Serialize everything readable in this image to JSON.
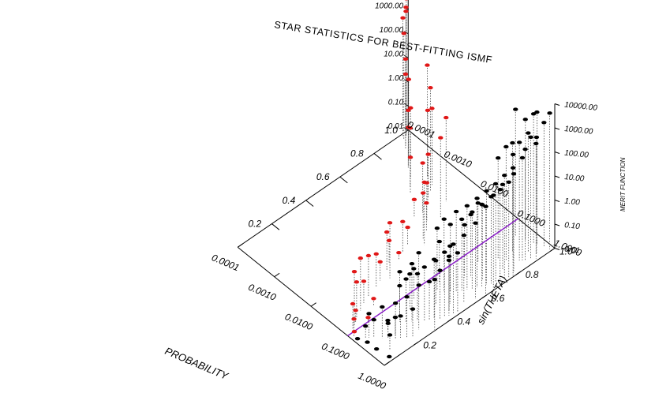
{
  "chart_data": {
    "type": "scatter",
    "title": "STAR STATISTICS FOR BEST-FITTING ISMF",
    "xlabel": "PROBABILITY",
    "ylabel": "sin(THETA)",
    "zlabel": "MERIT FUNCTION",
    "x_scale": "log",
    "x_ticks": [
      "0.0001",
      "0.0010",
      "0.0100",
      "0.1000",
      "1.0000"
    ],
    "y_ticks": [
      "0.2",
      "0.4",
      "0.6",
      "0.8",
      "1.0"
    ],
    "z_scale": "log",
    "z_ticks": [
      "0.01",
      "0.10",
      "1.00",
      "10.00",
      "100.00",
      "1000.00",
      "10000.00"
    ],
    "xlim": [
      0.0001,
      1.0
    ],
    "ylim": [
      0.0,
      1.0
    ],
    "zlim": [
      0.01,
      10000
    ],
    "threshold_line": {
      "x": 0.1,
      "color": "#8a1ec8"
    },
    "colors": {
      "selected": "#e01818",
      "other": "#000000",
      "drop_line": "#444444"
    },
    "series": [
      {
        "color": "#e01818",
        "points": [
          {
            "x": 0.00011,
            "y": 0.98,
            "z": 4000
          },
          {
            "x": 0.00012,
            "y": 0.97,
            "z": 1500
          },
          {
            "x": 0.00011,
            "y": 0.96,
            "z": 800
          },
          {
            "x": 0.00013,
            "y": 0.95,
            "z": 250
          },
          {
            "x": 0.00012,
            "y": 0.97,
            "z": 2200
          },
          {
            "x": 0.00018,
            "y": 0.93,
            "z": 40
          },
          {
            "x": 0.0002,
            "y": 0.92,
            "z": 12
          },
          {
            "x": 0.0003,
            "y": 0.9,
            "z": 15
          },
          {
            "x": 0.00045,
            "y": 0.86,
            "z": 2
          },
          {
            "x": 0.0005,
            "y": 0.85,
            "z": 0.5
          },
          {
            "x": 0.0008,
            "y": 0.82,
            "z": 8
          },
          {
            "x": 0.0012,
            "y": 0.88,
            "z": 400
          },
          {
            "x": 0.0012,
            "y": 0.78,
            "z": 3
          },
          {
            "x": 0.0015,
            "y": 0.76,
            "z": 0.3
          },
          {
            "x": 0.002,
            "y": 0.86,
            "z": 15
          },
          {
            "x": 0.0025,
            "y": 0.83,
            "z": 200
          },
          {
            "x": 0.003,
            "y": 0.8,
            "z": 0.6
          },
          {
            "x": 0.004,
            "y": 0.77,
            "z": 80
          },
          {
            "x": 0.005,
            "y": 0.72,
            "z": 1.2
          },
          {
            "x": 0.006,
            "y": 0.84,
            "z": 30
          },
          {
            "x": 0.0045,
            "y": 0.68,
            "z": 0.05
          },
          {
            "x": 0.008,
            "y": 0.7,
            "z": 0.4
          },
          {
            "x": 0.01,
            "y": 0.76,
            "z": 20
          },
          {
            "x": 0.012,
            "y": 0.66,
            "z": 0.15
          },
          {
            "x": 0.015,
            "y": 0.62,
            "z": 0.8
          },
          {
            "x": 0.02,
            "y": 0.6,
            "z": 4
          },
          {
            "x": 0.012,
            "y": 0.55,
            "z": 0.05
          },
          {
            "x": 0.015,
            "y": 0.5,
            "z": 0.2
          },
          {
            "x": 0.018,
            "y": 0.46,
            "z": 0.02
          },
          {
            "x": 0.02,
            "y": 0.38,
            "z": 0.4
          },
          {
            "x": 0.025,
            "y": 0.32,
            "z": 0.06
          },
          {
            "x": 0.03,
            "y": 0.28,
            "z": 0.25
          },
          {
            "x": 0.035,
            "y": 0.22,
            "z": 0.5
          },
          {
            "x": 0.04,
            "y": 0.18,
            "z": 0.08
          },
          {
            "x": 0.05,
            "y": 0.14,
            "z": 1.5
          },
          {
            "x": 0.06,
            "y": 0.1,
            "z": 0.3
          },
          {
            "x": 0.07,
            "y": 0.08,
            "z": 0.03
          },
          {
            "x": 0.08,
            "y": 0.06,
            "z": 1.8
          },
          {
            "x": 0.09,
            "y": 0.04,
            "z": 0.12
          },
          {
            "x": 0.1,
            "y": 0.12,
            "z": 0.015
          },
          {
            "x": 0.12,
            "y": 0.02,
            "z": 0.05
          },
          {
            "x": 0.11,
            "y": 0.03,
            "z": 0.012
          },
          {
            "x": 0.015,
            "y": 0.42,
            "z": 0.08
          },
          {
            "x": 0.03,
            "y": 0.36,
            "z": 2
          },
          {
            "x": 0.06,
            "y": 0.2,
            "z": 0.02
          }
        ]
      },
      {
        "color": "#000000",
        "points": [
          {
            "x": 0.15,
            "y": 0.02,
            "z": 0.01
          },
          {
            "x": 0.25,
            "y": 0.03,
            "z": 0.012
          },
          {
            "x": 0.4,
            "y": 0.04,
            "z": 0.01
          },
          {
            "x": 0.8,
            "y": 0.05,
            "z": 0.01
          },
          {
            "x": 0.18,
            "y": 0.05,
            "z": 0.03
          },
          {
            "x": 0.2,
            "y": 0.06,
            "z": 0.1
          },
          {
            "x": 0.22,
            "y": 0.08,
            "z": 0.05
          },
          {
            "x": 0.3,
            "y": 0.1,
            "z": 0.2
          },
          {
            "x": 0.35,
            "y": 0.12,
            "z": 0.04
          },
          {
            "x": 0.45,
            "y": 0.14,
            "z": 0.3
          },
          {
            "x": 0.5,
            "y": 0.16,
            "z": 0.08
          },
          {
            "x": 0.6,
            "y": 0.18,
            "z": 0.5
          },
          {
            "x": 0.7,
            "y": 0.2,
            "z": 0.15
          },
          {
            "x": 0.25,
            "y": 0.22,
            "z": 1.2
          },
          {
            "x": 0.3,
            "y": 0.24,
            "z": 0.6
          },
          {
            "x": 0.35,
            "y": 0.26,
            "z": 2.5
          },
          {
            "x": 0.4,
            "y": 0.28,
            "z": 0.9
          },
          {
            "x": 0.5,
            "y": 0.3,
            "z": 1.8
          },
          {
            "x": 0.55,
            "y": 0.32,
            "z": 0.4
          },
          {
            "x": 0.6,
            "y": 0.34,
            "z": 3
          },
          {
            "x": 0.7,
            "y": 0.36,
            "z": 1
          },
          {
            "x": 0.75,
            "y": 0.38,
            "z": 5
          },
          {
            "x": 0.8,
            "y": 0.4,
            "z": 2
          },
          {
            "x": 0.85,
            "y": 0.42,
            "z": 8
          },
          {
            "x": 0.9,
            "y": 0.44,
            "z": 3
          },
          {
            "x": 0.2,
            "y": 0.46,
            "z": 4
          },
          {
            "x": 0.25,
            "y": 0.48,
            "z": 10
          },
          {
            "x": 0.3,
            "y": 0.5,
            "z": 6
          },
          {
            "x": 0.35,
            "y": 0.52,
            "z": 20
          },
          {
            "x": 0.4,
            "y": 0.54,
            "z": 9
          },
          {
            "x": 0.45,
            "y": 0.56,
            "z": 30
          },
          {
            "x": 0.5,
            "y": 0.58,
            "z": 15
          },
          {
            "x": 0.55,
            "y": 0.6,
            "z": 50
          },
          {
            "x": 0.6,
            "y": 0.62,
            "z": 25
          },
          {
            "x": 0.65,
            "y": 0.64,
            "z": 80
          },
          {
            "x": 0.7,
            "y": 0.66,
            "z": 40
          },
          {
            "x": 0.75,
            "y": 0.68,
            "z": 120
          },
          {
            "x": 0.8,
            "y": 0.7,
            "z": 60
          },
          {
            "x": 0.85,
            "y": 0.72,
            "z": 200
          },
          {
            "x": 0.9,
            "y": 0.74,
            "z": 90
          },
          {
            "x": 0.95,
            "y": 0.76,
            "z": 300
          },
          {
            "x": 0.3,
            "y": 0.78,
            "z": 150
          },
          {
            "x": 0.4,
            "y": 0.8,
            "z": 500
          },
          {
            "x": 0.5,
            "y": 0.82,
            "z": 250
          },
          {
            "x": 0.6,
            "y": 0.84,
            "z": 800
          },
          {
            "x": 0.7,
            "y": 0.86,
            "z": 400
          },
          {
            "x": 0.8,
            "y": 0.88,
            "z": 1200
          },
          {
            "x": 0.9,
            "y": 0.9,
            "z": 600
          },
          {
            "x": 0.2,
            "y": 0.92,
            "z": 2000
          },
          {
            "x": 0.3,
            "y": 0.94,
            "z": 1000
          },
          {
            "x": 0.5,
            "y": 0.96,
            "z": 3000
          },
          {
            "x": 0.7,
            "y": 0.97,
            "z": 1500
          },
          {
            "x": 0.9,
            "y": 0.98,
            "z": 4500
          },
          {
            "x": 0.15,
            "y": 0.5,
            "z": 0.5
          },
          {
            "x": 0.15,
            "y": 0.35,
            "z": 0.2
          },
          {
            "x": 0.2,
            "y": 0.7,
            "z": 3
          },
          {
            "x": 0.25,
            "y": 0.6,
            "z": 1.5
          },
          {
            "x": 0.35,
            "y": 0.4,
            "z": 0.7
          },
          {
            "x": 0.45,
            "y": 0.65,
            "z": 12
          },
          {
            "x": 0.55,
            "y": 0.75,
            "z": 35
          },
          {
            "x": 0.65,
            "y": 0.85,
            "z": 180
          },
          {
            "x": 0.75,
            "y": 0.92,
            "z": 700
          },
          {
            "x": 0.85,
            "y": 0.55,
            "z": 14
          },
          {
            "x": 0.95,
            "y": 0.6,
            "z": 45
          },
          {
            "x": 0.4,
            "y": 0.15,
            "z": 0.06
          },
          {
            "x": 0.6,
            "y": 0.25,
            "z": 0.7
          },
          {
            "x": 0.3,
            "y": 0.62,
            "z": 4
          },
          {
            "x": 0.2,
            "y": 0.3,
            "z": 0.3
          },
          {
            "x": 0.5,
            "y": 0.45,
            "z": 2.5
          },
          {
            "x": 0.7,
            "y": 0.5,
            "z": 6
          },
          {
            "x": 0.9,
            "y": 0.65,
            "z": 70
          },
          {
            "x": 0.35,
            "y": 0.85,
            "z": 350
          },
          {
            "x": 0.55,
            "y": 0.9,
            "z": 900
          },
          {
            "x": 0.45,
            "y": 0.95,
            "z": 2500
          },
          {
            "x": 0.8,
            "y": 0.78,
            "z": 110
          },
          {
            "x": 0.25,
            "y": 0.15,
            "z": 0.025
          },
          {
            "x": 0.18,
            "y": 0.25,
            "z": 0.15
          },
          {
            "x": 0.12,
            "y": 0.4,
            "z": 0.4
          },
          {
            "x": 0.6,
            "y": 0.08,
            "z": 0.04
          },
          {
            "x": 0.95,
            "y": 0.3,
            "z": 1.2
          },
          {
            "x": 0.65,
            "y": 0.42,
            "z": 1.8
          }
        ]
      }
    ]
  }
}
